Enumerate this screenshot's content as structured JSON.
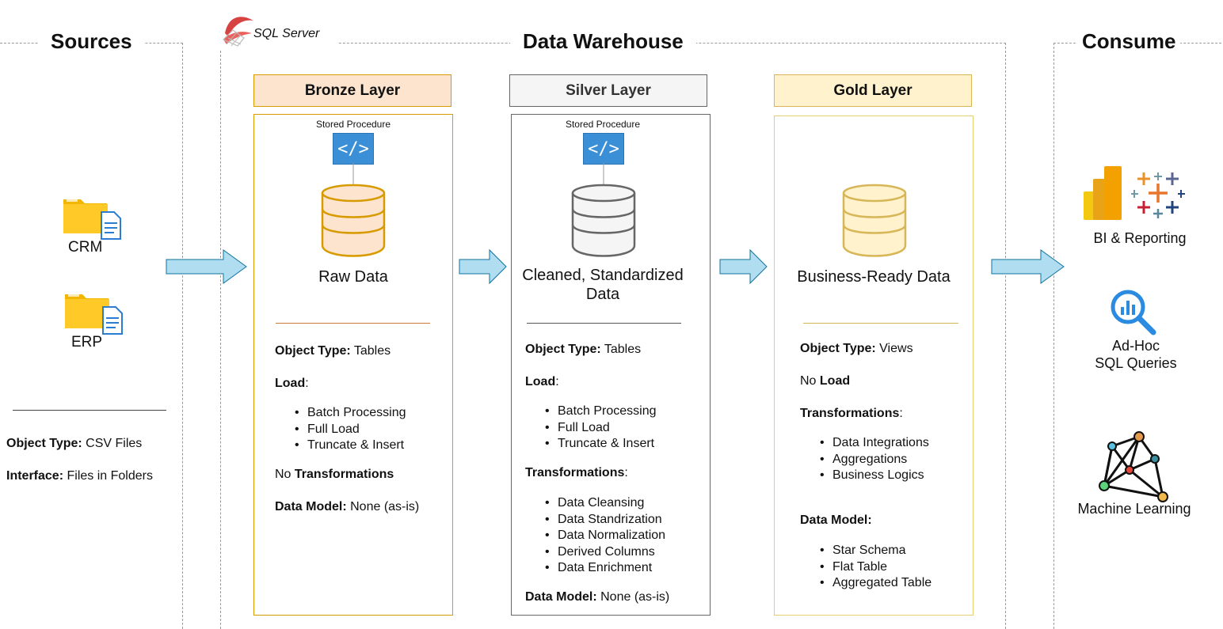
{
  "sources": {
    "title": "Sources",
    "items": [
      {
        "label": "CRM",
        "icon": "folder-file-icon"
      },
      {
        "label": "ERP",
        "icon": "folder-file-icon"
      }
    ],
    "object_type_label": "Object Type:",
    "object_type_value": "CSV Files",
    "interface_label": "Interface:",
    "interface_value": "Files in Folders"
  },
  "warehouse": {
    "title": "Data Warehouse",
    "platform": "SQL Server"
  },
  "bronze": {
    "header": "Bronze Layer",
    "stored_procedure": "Stored Procedure",
    "data_label": "Raw Data",
    "object_type_label": "Object Type:",
    "object_type_value": "Tables",
    "load_label": "Load",
    "load_items": [
      "Batch Processing",
      "Full Load",
      "Truncate & Insert"
    ],
    "transform_prefix": "No",
    "transform_label": "Transformations",
    "data_model_label": "Data Model:",
    "data_model_value": "None (as-is)",
    "colors": {
      "header_bg": "#fde4cf",
      "border": "#d79b00",
      "db": "#d79b00",
      "db_fill": "#fde4cf"
    }
  },
  "silver": {
    "header": "Silver Layer",
    "stored_procedure": "Stored Procedure",
    "data_label_1": "Cleaned, Standardized",
    "data_label_2": "Data",
    "object_type_label": "Object Type:",
    "object_type_value": "Tables",
    "load_label": "Load",
    "load_items": [
      "Batch Processing",
      "Full Load",
      "Truncate & Insert"
    ],
    "transform_label": "Transformations",
    "transform_items": [
      "Data Cleansing",
      "Data Standrization",
      "Data Normalization",
      "Derived Columns",
      "Data Enrichment"
    ],
    "data_model_label": "Data Model:",
    "data_model_value": "None (as-is)",
    "colors": {
      "header_bg": "#f5f5f5",
      "border": "#666666",
      "db": "#666666",
      "db_fill": "#f5f5f5"
    }
  },
  "gold": {
    "header": "Gold Layer",
    "data_label": "Business-Ready Data",
    "object_type_label": "Object Type:",
    "object_type_value": "Views",
    "load_prefix": "No",
    "load_label": "Load",
    "transform_label": "Transformations",
    "transform_items": [
      "Data Integrations",
      "Aggregations",
      "Business Logics"
    ],
    "data_model_label": "Data Model:",
    "data_model_items": [
      "Star Schema",
      "Flat Table",
      "Aggregated Table"
    ],
    "colors": {
      "header_bg": "#fff2cc",
      "border": "#d6b656",
      "db": "#d6b656",
      "db_fill": "#fff2cc"
    }
  },
  "consume": {
    "title": "Consume",
    "items": [
      {
        "label": "BI & Reporting",
        "icon": "bi-tools-icon"
      },
      {
        "label_1": "Ad-Hoc",
        "label_2": "SQL Queries",
        "icon": "analytics-search-icon"
      },
      {
        "label": "Machine Learning",
        "icon": "network-graph-icon"
      }
    ]
  },
  "colors": {
    "arrow_fill": "#b1ddf0",
    "arrow_stroke": "#10739e",
    "code_icon": "#3b8fd6",
    "dashed": "#9a9a9a"
  }
}
